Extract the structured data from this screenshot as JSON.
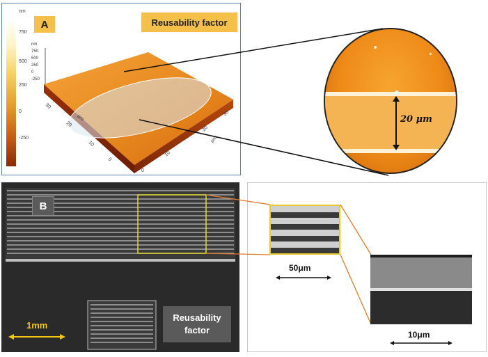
{
  "panel_a": {
    "letter": "A",
    "reusability_label": "Reusability factor",
    "colorbar": {
      "unit": "nm",
      "ticks": [
        "750",
        "500",
        "250",
        "0",
        "-250"
      ]
    },
    "surface": {
      "z_unit": "nm",
      "z_ticks": [
        "750",
        "500",
        "250",
        "0",
        "-250"
      ],
      "x_ticks": [
        "30",
        "20",
        "10",
        "0"
      ],
      "y_ticks": [
        "30",
        "20",
        "10",
        "0"
      ],
      "axis_unit": "µm"
    },
    "zoom": {
      "label": "20 μm"
    }
  },
  "panel_b": {
    "letter": "B",
    "reusability_label_line1": "Reusability",
    "reusability_label_line2": "factor",
    "scalebar_main": "1mm",
    "scalebar_zoom1": "50μm",
    "scalebar_zoom2": "10μm"
  },
  "colors": {
    "accent_yellow": "#f5c04a",
    "scalebar_yellow": "#f5c518",
    "connector_orange": "#e07a2a",
    "frame_blue": "#5b7fb0"
  }
}
